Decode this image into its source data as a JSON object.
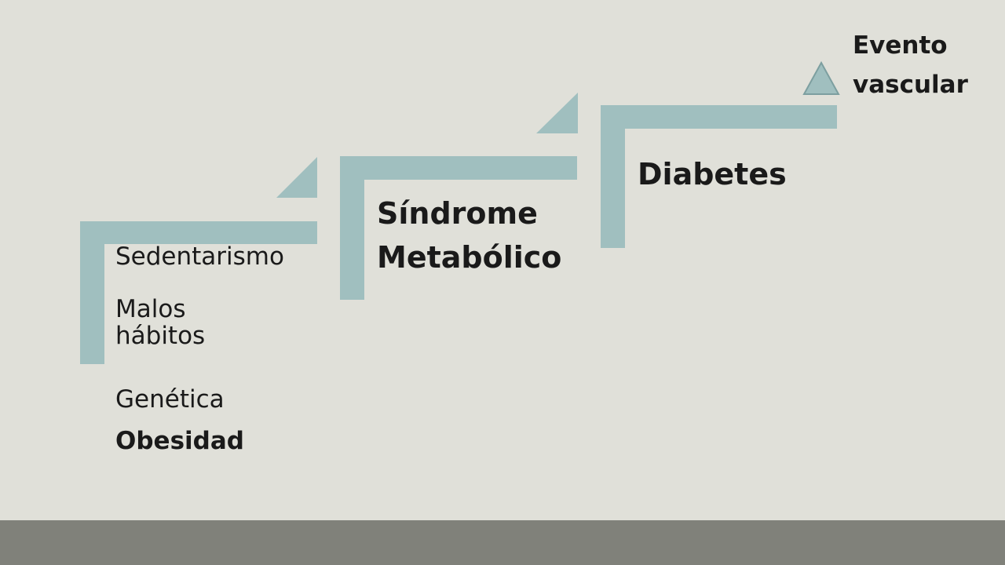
{
  "diagram": {
    "step1": {
      "items": [
        "Sedentarismo",
        "Malos hábitos",
        "Genética"
      ],
      "bold_item": "Obesidad"
    },
    "step2": {
      "line1": "Síndrome",
      "line2": "Metabólico"
    },
    "step3": {
      "label": "Diabetes"
    },
    "summit": {
      "line1": "Evento",
      "line2": "vascular"
    }
  },
  "colors": {
    "step_fill": "#a0bfbf",
    "background": "#e0e0d9",
    "footer": "#80817a",
    "text": "#1a1a1a"
  }
}
